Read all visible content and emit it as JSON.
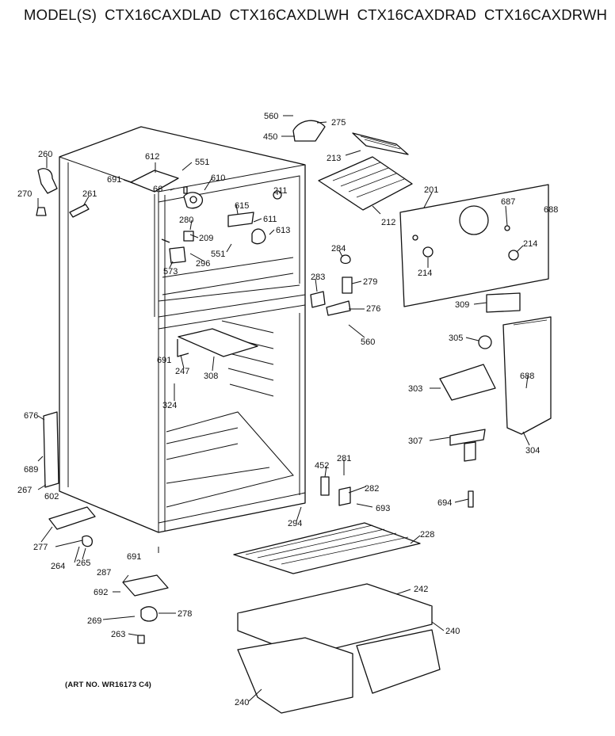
{
  "header": {
    "prefix": "MODEL(S)",
    "models": [
      "CTX16CAXDLAD",
      "CTX16CAXDLWH",
      "CTX16CAXDRAD",
      "CTX16CAXDRWH"
    ]
  },
  "callouts": [
    "560",
    "275",
    "450",
    "213",
    "612",
    "551",
    "260",
    "691",
    "610",
    "211",
    "201",
    "687",
    "688",
    "270",
    "261",
    "66",
    "615",
    "280",
    "611",
    "212",
    "209",
    "613",
    "551",
    "284",
    "214",
    "573",
    "296",
    "283",
    "279",
    "214",
    "276",
    "309",
    "560",
    "305",
    "691",
    "247",
    "308",
    "688",
    "324",
    "303",
    "676",
    "307",
    "304",
    "689",
    "452",
    "281",
    "267",
    "602",
    "282",
    "693",
    "694",
    "294",
    "228",
    "277",
    "264",
    "265",
    "691",
    "242",
    "287",
    "692",
    "278",
    "269",
    "240",
    "263",
    "240"
  ],
  "footer": {
    "art_no": "(ART NO. WR16173 C4)"
  }
}
